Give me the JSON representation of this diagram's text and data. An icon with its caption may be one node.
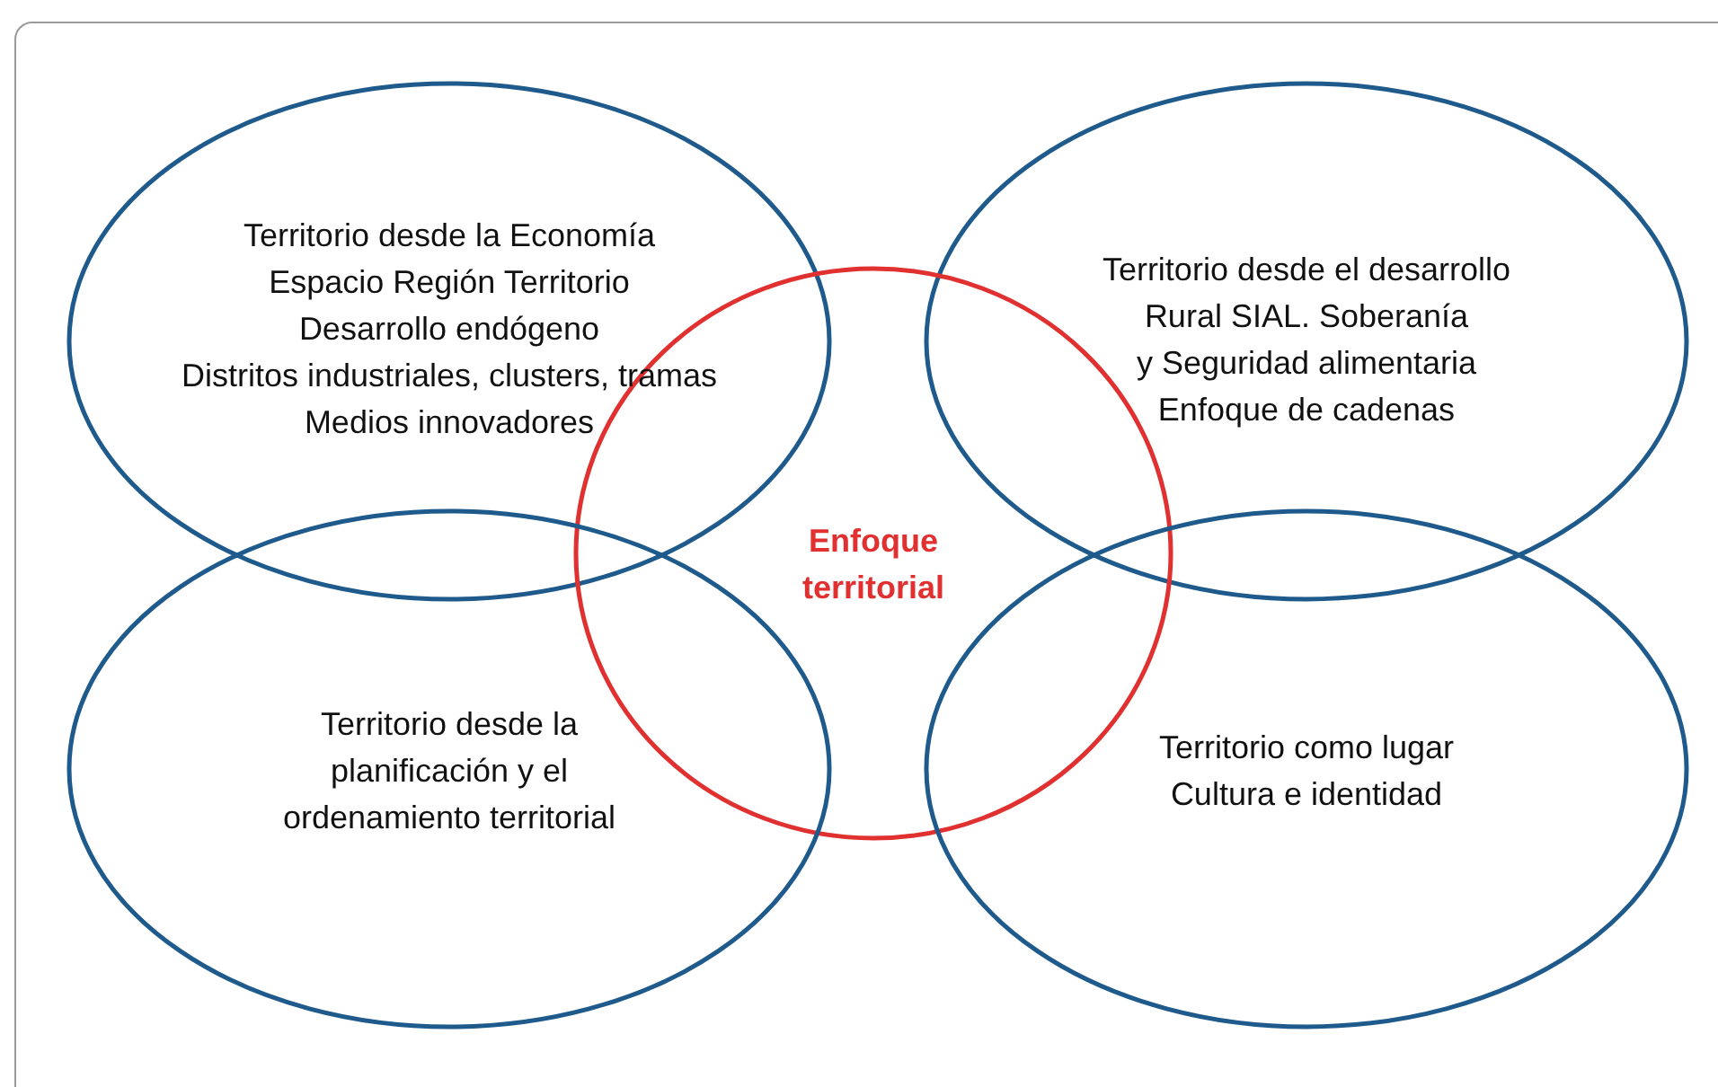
{
  "diagram": {
    "nodes": [
      {
        "text": [
          "Territorio desde la Economía",
          "Espacio Región Territorio",
          "Desarrollo endógeno",
          "Distritos industriales, clusters, tramas",
          "Medios innovadores"
        ]
      },
      {
        "text": [
          "Territorio desde el desarrollo",
          "Rural SIAL. Soberanía",
          "y Seguridad alimentaria",
          "Enfoque de cadenas"
        ]
      },
      {
        "text": [
          "Enfoque territorial"
        ]
      },
      {
        "text": [
          "Territorio desde la planificación y el ordenamiento territorial"
        ]
      },
      {
        "text": [
          "Territorio como lugar",
          "Cultura e identidad"
        ]
      }
    ],
    "edges": []
  }
}
